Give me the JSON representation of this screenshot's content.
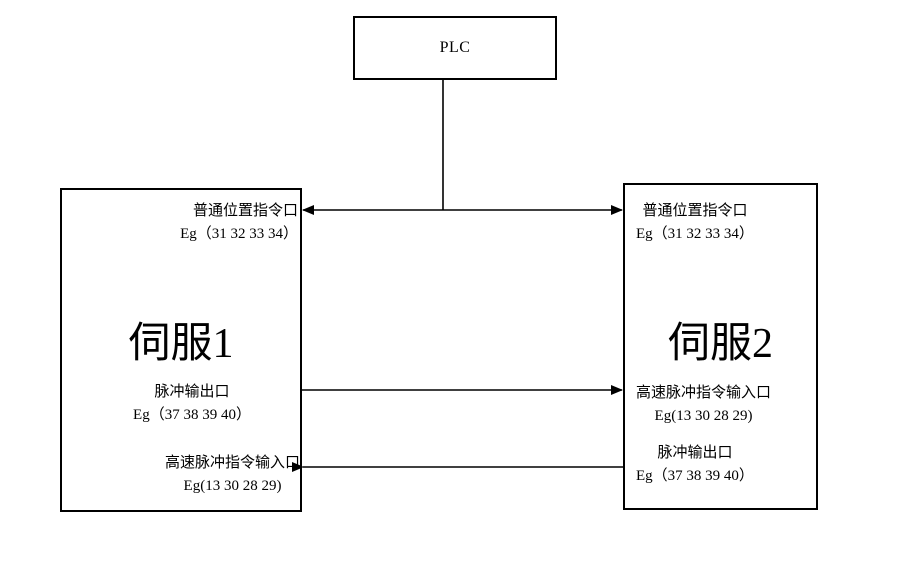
{
  "diagram": {
    "plc": {
      "label": "PLC"
    },
    "servo1": {
      "title": "伺服1",
      "port_normal_name": "普通位置指令口",
      "port_normal_eg": "Eg（31 32 33 34）",
      "port_pulse_out_name": "脉冲输出口",
      "port_pulse_out_eg": "Eg（37 38 39 40）",
      "port_hs_in_name": "高速脉冲指令输入口",
      "port_hs_in_eg": "Eg(13 30 28 29)"
    },
    "servo2": {
      "title": "伺服2",
      "port_normal_name": "普通位置指令口",
      "port_normal_eg": "Eg（31 32 33 34）",
      "port_hs_in_name": "高速脉冲指令输入口",
      "port_hs_in_eg": "Eg(13 30 28 29)",
      "port_pulse_out_name": "脉冲输出口",
      "port_pulse_out_eg": "Eg（37 38 39 40）"
    },
    "line_color": "#000000"
  }
}
